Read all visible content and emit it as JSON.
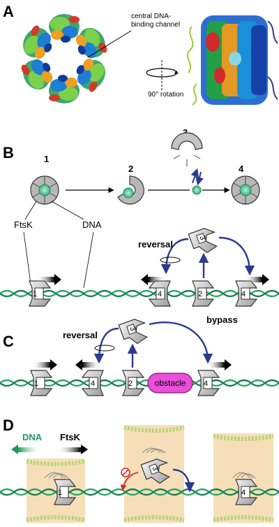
{
  "panels": {
    "a": "A",
    "b": "B",
    "c": "C",
    "d": "D"
  },
  "panel_a": {
    "channel_label_line1": "central DNA-",
    "channel_label_line2": "binding channel",
    "rotation_label": "90° rotation"
  },
  "panel_b": {
    "steps": [
      "1",
      "2",
      "3",
      "4"
    ],
    "ftsk_label": "FtsK",
    "dna_label": "DNA",
    "reversal_label": "reversal",
    "motor_numbers": [
      "1",
      "4",
      "2",
      "3",
      "4"
    ]
  },
  "panel_c": {
    "reversal_label": "reversal",
    "bypass_label": "bypass",
    "obstacle_label": "obstacle",
    "motor_numbers": [
      "1",
      "4",
      "2",
      "3",
      "4"
    ]
  },
  "panel_d": {
    "dna_label": "DNA",
    "ftsk_label": "FtsK",
    "motor_numbers": [
      "1",
      "3",
      "4"
    ]
  },
  "colors": {
    "dna_green": "#2aa86a",
    "blue_arrow": "#2b3a8f",
    "obstacle_magenta": "#e94fd8",
    "membrane_fill": "#f6dfb8",
    "lipid_green": "#b8d47a",
    "hexamer_green": "#66c7a3"
  }
}
